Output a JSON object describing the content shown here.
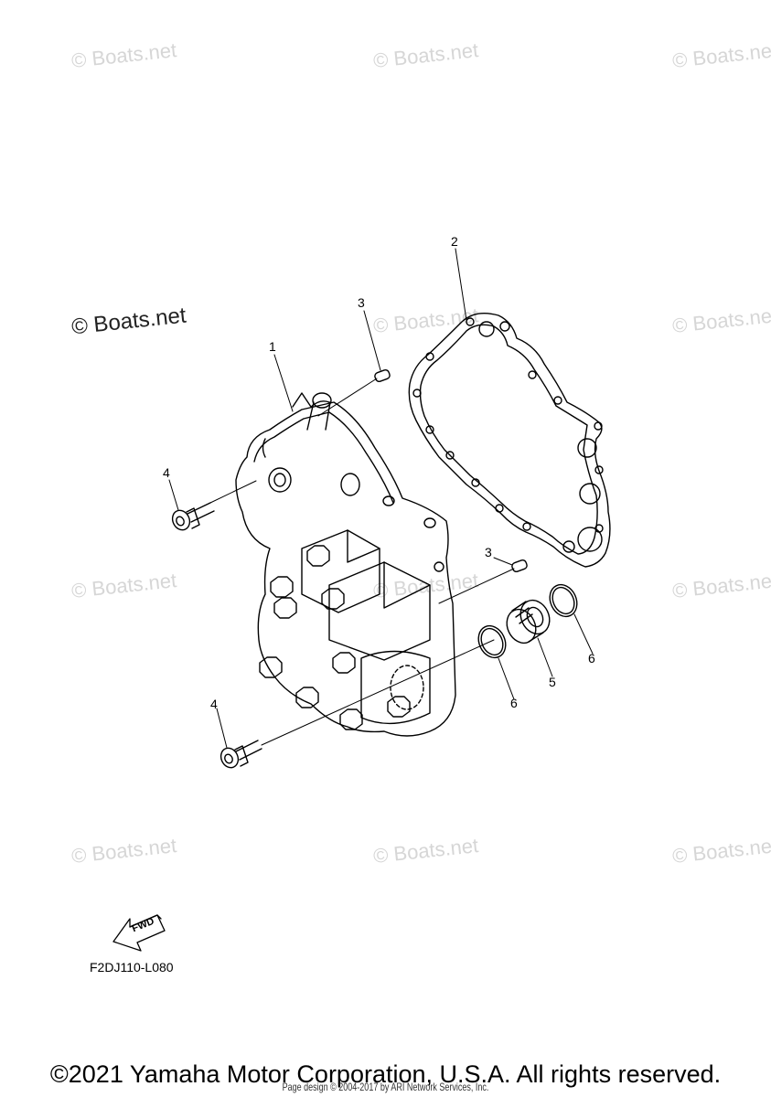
{
  "watermark": "© Boats.net",
  "callouts": [
    "1",
    "2",
    "3",
    "3",
    "4",
    "4",
    "5",
    "6",
    "6"
  ],
  "fwd_label": "FWD",
  "diagram_code": "F2DJ110-L080",
  "copyright": "©2021 Yamaha Motor Corporation, U.S.A. All rights reserved.",
  "page_design": "Page design © 2004-2017 by ARI Network Services, Inc."
}
